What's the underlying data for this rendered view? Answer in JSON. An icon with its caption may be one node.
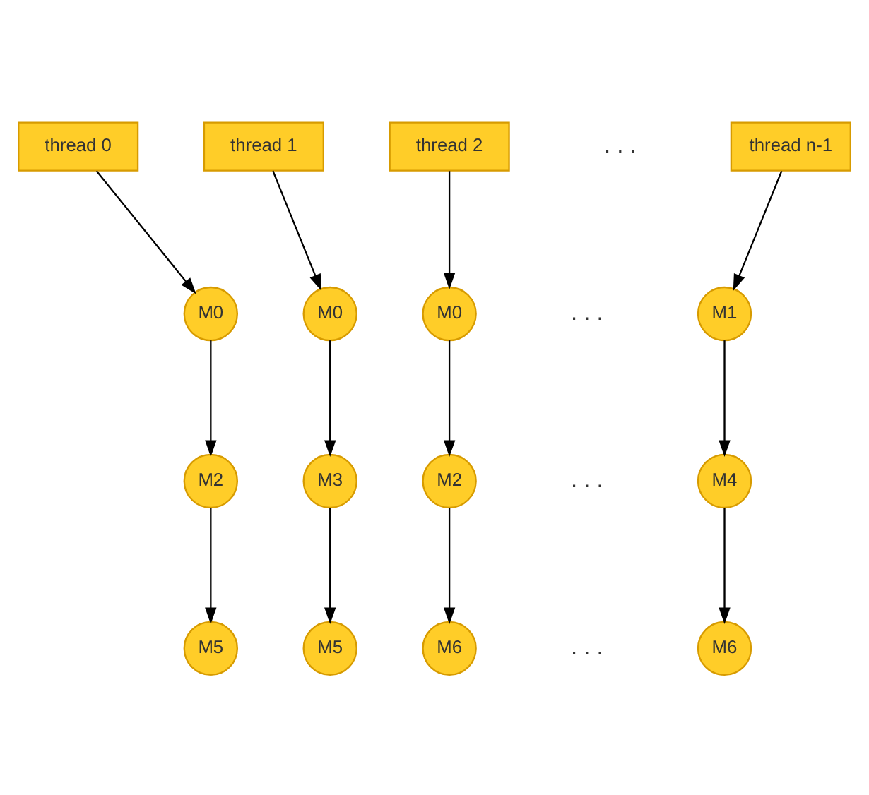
{
  "diagram": {
    "nodes": [
      {
        "text": [
          "thread 0"
        ]
      },
      {
        "text": [
          "thread 1"
        ]
      },
      {
        "text": [
          "thread 2"
        ]
      },
      {
        "text": [
          "thread n-1"
        ]
      },
      {
        "text": [
          "M0"
        ]
      },
      {
        "text": [
          "M0"
        ]
      },
      {
        "text": [
          "M0"
        ]
      },
      {
        "text": [
          "M1"
        ]
      },
      {
        "text": [
          "M2"
        ]
      },
      {
        "text": [
          "M3"
        ]
      },
      {
        "text": [
          "M2"
        ]
      },
      {
        "text": [
          "M4"
        ]
      },
      {
        "text": [
          "M5"
        ]
      },
      {
        "text": [
          "M5"
        ]
      },
      {
        "text": [
          "M6"
        ]
      },
      {
        "text": [
          "M6"
        ]
      }
    ],
    "edges": [
      {
        "from": 0,
        "to": 4,
        "arrow": "to"
      },
      {
        "from": 1,
        "to": 5,
        "arrow": "to"
      },
      {
        "from": 2,
        "to": 6,
        "arrow": "to"
      },
      {
        "from": 3,
        "to": 7,
        "arrow": "to"
      },
      {
        "from": 4,
        "to": 8,
        "arrow": "to"
      },
      {
        "from": 5,
        "to": 9,
        "arrow": "to"
      },
      {
        "from": 6,
        "to": 10,
        "arrow": "to"
      },
      {
        "from": 7,
        "to": 11,
        "arrow": "to"
      },
      {
        "from": 8,
        "to": 12,
        "arrow": "to"
      },
      {
        "from": 9,
        "to": 13,
        "arrow": "to"
      },
      {
        "from": 10,
        "to": 14,
        "arrow": "to"
      },
      {
        "from": 11,
        "to": 15,
        "arrow": "to"
      }
    ],
    "labels": [
      ". . .",
      ". . .",
      ". . .",
      ". . ."
    ]
  }
}
